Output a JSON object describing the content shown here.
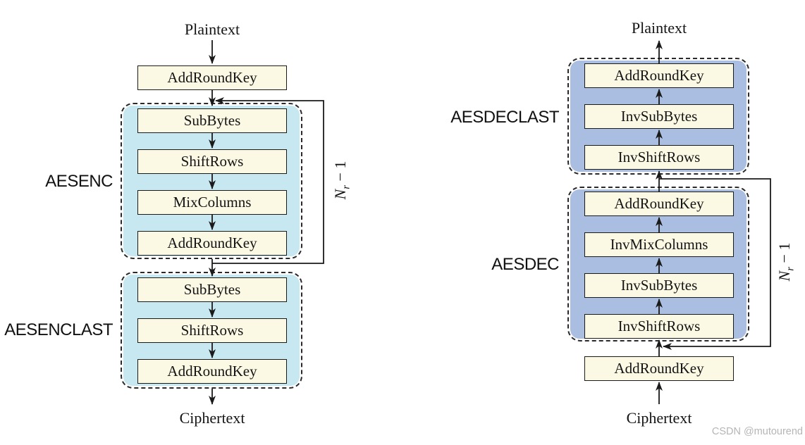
{
  "watermark": "CSDN @mutourend",
  "colors": {
    "encryption_container": "#c7e7f1",
    "decryption_container": "#a9bee1",
    "box_fill": "#fbf9e4",
    "line": "#1a1a1a",
    "watermark": "#b5b5b5"
  },
  "encryption": {
    "input": "Plaintext",
    "output": "Ciphertext",
    "pre_round": "AddRoundKey",
    "loop": {
      "base": "N",
      "sub": "r",
      "suffix": " − 1"
    },
    "rounds": {
      "label": "AESENC",
      "steps": [
        "SubBytes",
        "ShiftRows",
        "MixColumns",
        "AddRoundKey"
      ]
    },
    "final_round": {
      "label": "AESENCLAST",
      "steps": [
        "SubBytes",
        "ShiftRows",
        "AddRoundKey"
      ]
    }
  },
  "decryption": {
    "output": "Plaintext",
    "input": "Ciphertext",
    "final_add_round_key": "AddRoundKey",
    "loop": {
      "base": "N",
      "sub": "r",
      "suffix": " − 1"
    },
    "final_round": {
      "label": "AESDECLAST",
      "steps": [
        "AddRoundKey",
        "InvSubBytes",
        "InvShiftRows"
      ]
    },
    "rounds": {
      "label": "AESDEC",
      "steps": [
        "AddRoundKey",
        "InvMixColumns",
        "InvSubBytes",
        "InvShiftRows"
      ]
    }
  }
}
